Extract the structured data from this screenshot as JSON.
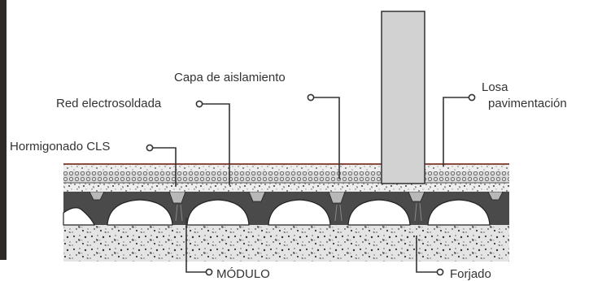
{
  "diagram": {
    "labels": {
      "capa_aislamiento": "Capa de aislamiento",
      "red_electrosoldada": "Red electrosoldada",
      "losa_line1": "Losa",
      "losa_line2": "pavimentación",
      "hormigonado": "Hormigonado CLS",
      "modulo": "MÓDULO",
      "forjado": "Forjado"
    },
    "colors": {
      "line": "#333333",
      "pavement_top": "#8c4b3f",
      "module_fill": "#4a4a4a",
      "column_fill": "#d2d2d2",
      "concrete": "#ececec"
    }
  }
}
